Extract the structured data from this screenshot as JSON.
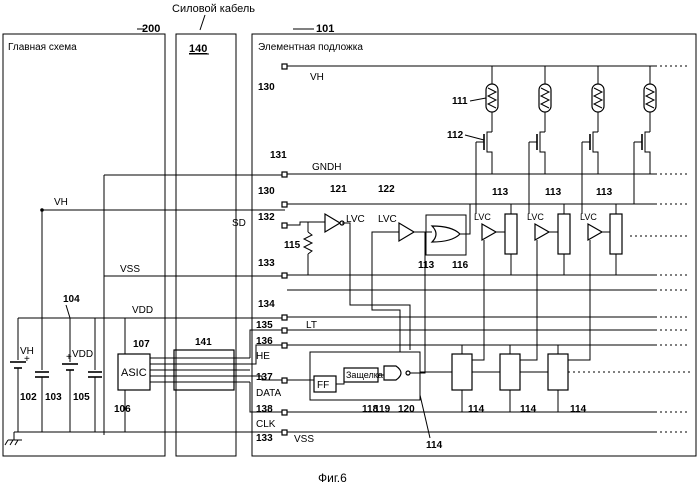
{
  "top_label": "Силовой кабель",
  "figure_caption": "Фиг.6",
  "main_circuit": {
    "title": "Главная схема",
    "ref": "200",
    "vh_label": "VH",
    "vss_label": "VSS",
    "vdd_label": "VDD",
    "asic_label": "ASIC",
    "ref_asic": "107",
    "ref_asic_out": "106",
    "ref_node": "104",
    "batt_vh_label": "VH",
    "batt_vdd_label": "VDD",
    "plus": "+",
    "ref_102": "102",
    "ref_103": "103",
    "ref_105": "105"
  },
  "cable": {
    "ref": "140",
    "ref_bundle": "141"
  },
  "substrate": {
    "title": "Элементная подложка",
    "ref": "101",
    "pads": {
      "p130a": "130",
      "p131": "131",
      "p130b": "130",
      "p132": "132",
      "p133a": "133",
      "p134": "134",
      "p135": "135",
      "p136": "136",
      "p137": "137",
      "p138": "138",
      "p133b": "133"
    },
    "signals": {
      "vh": "VH",
      "gndh": "GNDH",
      "sd": "SD",
      "lt": "LT",
      "he": "HE",
      "data": "DATA",
      "clk": "CLK",
      "vss": "VSS"
    },
    "refs": {
      "r111": "111",
      "r112": "112",
      "r121": "121",
      "r122": "122",
      "r115": "115",
      "r113a": "113",
      "r116": "116",
      "r113_1": "113",
      "r113_2": "113",
      "r113_3": "113",
      "r118": "118",
      "r119": "119",
      "r120": "120",
      "r114a": "114",
      "r114_1": "114",
      "r114_2": "114",
      "r114_3": "114"
    },
    "lvc": {
      "l121": "LVC",
      "l122": "LVC",
      "l1": "LVC",
      "l2": "LVC",
      "l3": "LVC"
    },
    "ff_label": "FF",
    "latch_label": "Защелка"
  }
}
